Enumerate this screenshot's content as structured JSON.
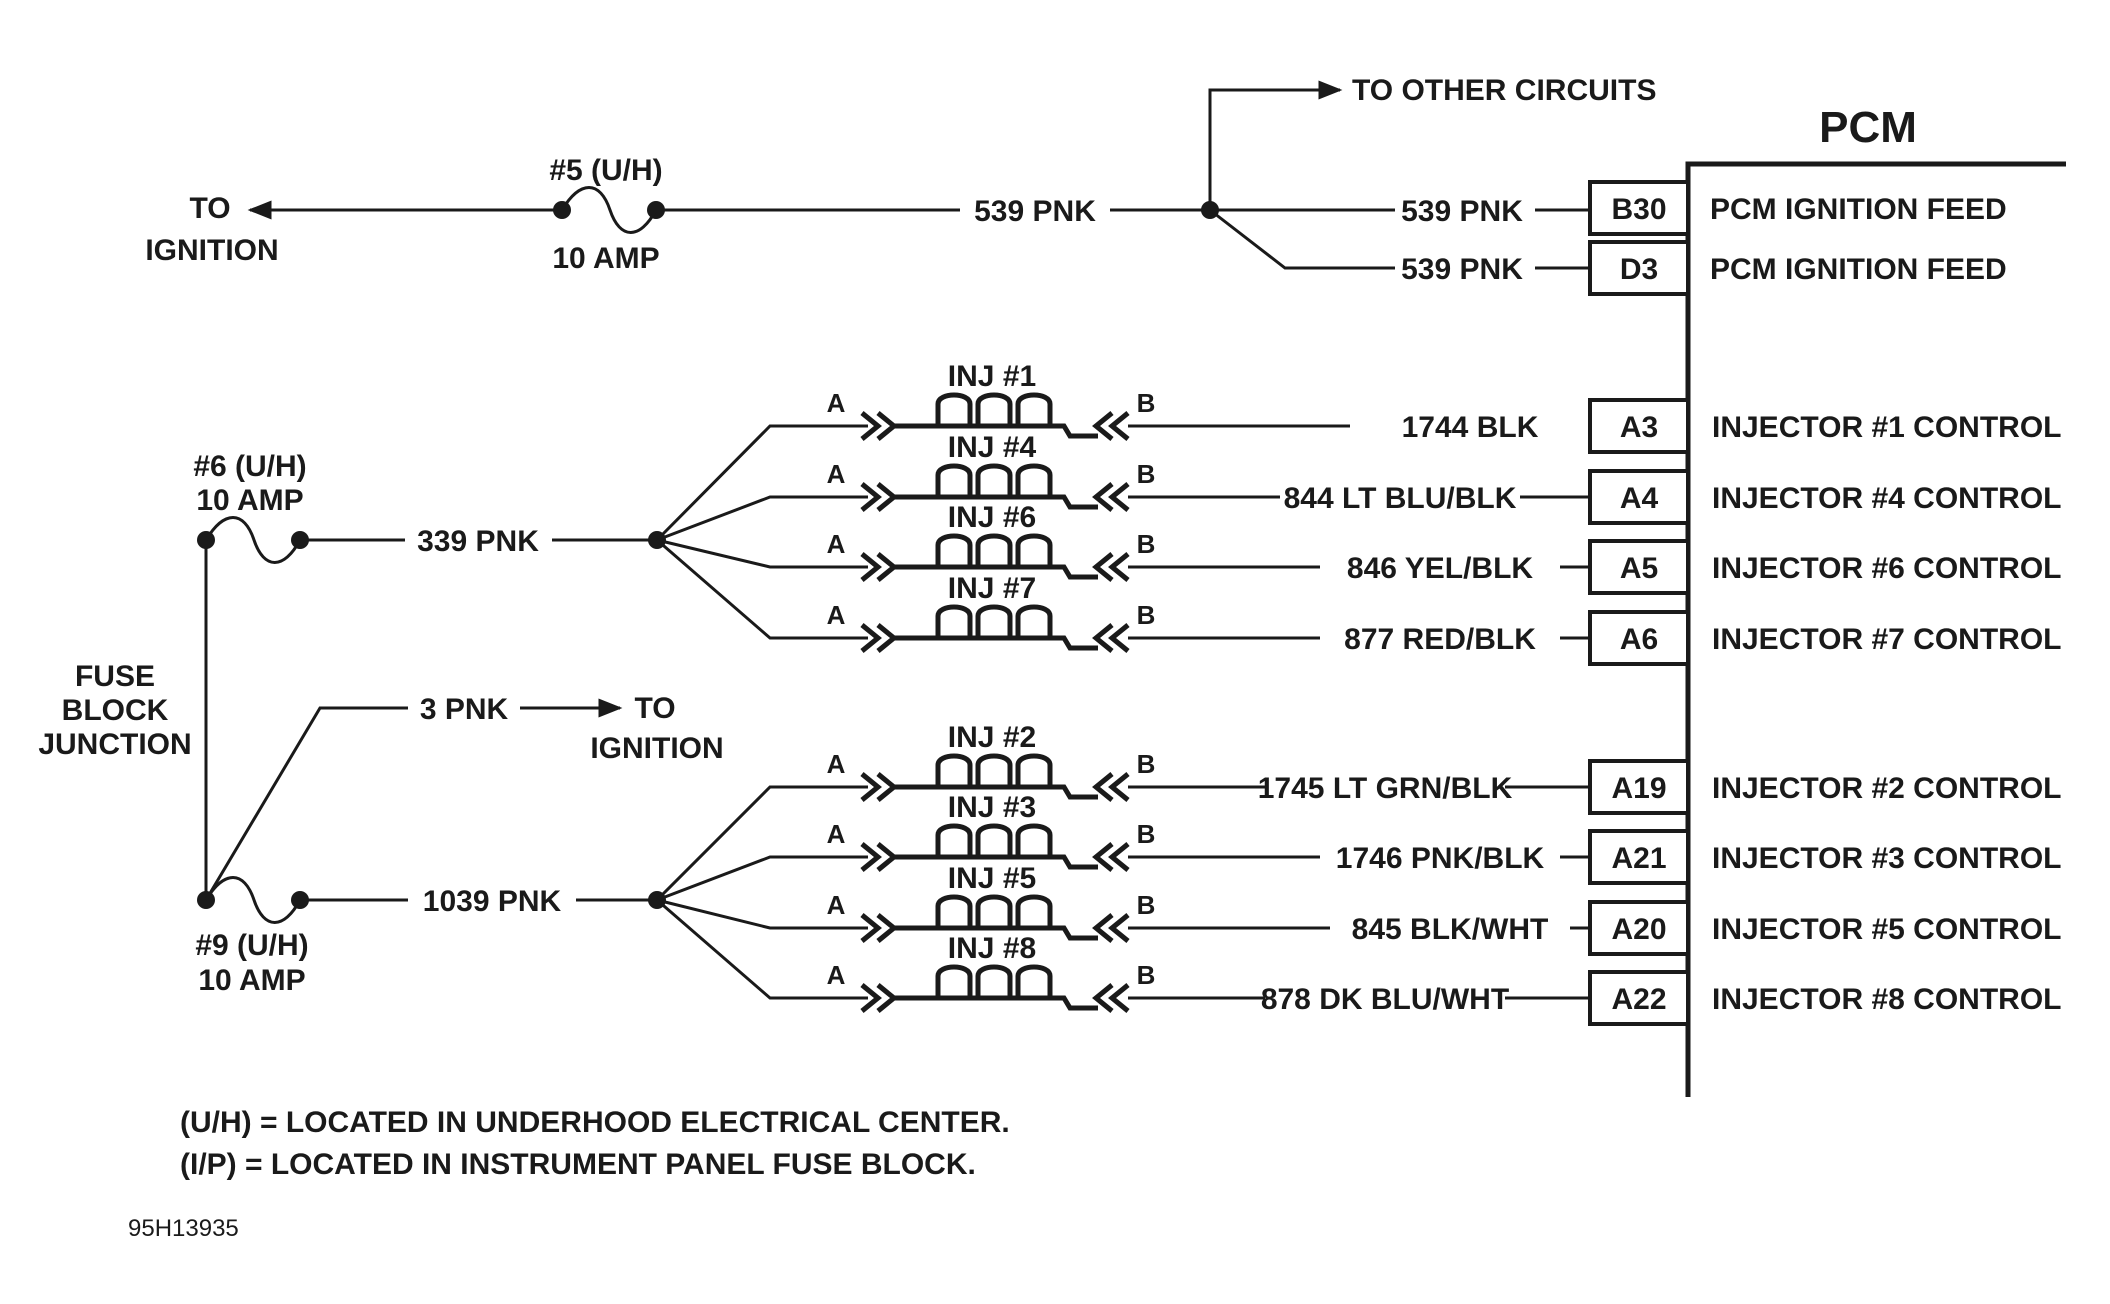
{
  "pcm_label": "PCM",
  "to_other_circuits": "TO OTHER CIRCUITS",
  "ignition_feed": {
    "to_label_1": "TO",
    "to_label_2": "IGNITION",
    "fuse_label": "#5 (U/H)",
    "fuse_amp": "10 AMP",
    "wire_main": "539 PNK",
    "wire_b30": "539 PNK",
    "wire_d3": "539 PNK",
    "pins": [
      {
        "pin": "B30",
        "desc": "PCM IGNITION FEED"
      },
      {
        "pin": "D3",
        "desc": "PCM IGNITION FEED"
      }
    ]
  },
  "fuse6": {
    "label": "#6 (U/H)",
    "amp": "10 AMP",
    "wire": "339 PNK"
  },
  "fuse9": {
    "label": "#9 (U/H)",
    "amp": "10 AMP",
    "wire": "1039 PNK"
  },
  "fuse_block": {
    "line1": "FUSE",
    "line2": "BLOCK",
    "line3": "JUNCTION"
  },
  "branch_3pnk": {
    "wire": "3 PNK",
    "to1": "TO",
    "to2": "IGNITION"
  },
  "injectors": [
    {
      "name": "INJ #1",
      "a": "A",
      "b": "B",
      "wire": "1744 BLK",
      "pin": "A3",
      "desc": "INJECTOR #1 CONTROL"
    },
    {
      "name": "INJ #4",
      "a": "A",
      "b": "B",
      "wire": "844 LT BLU/BLK",
      "pin": "A4",
      "desc": "INJECTOR #4 CONTROL"
    },
    {
      "name": "INJ #6",
      "a": "A",
      "b": "B",
      "wire": "846 YEL/BLK",
      "pin": "A5",
      "desc": "INJECTOR #6 CONTROL"
    },
    {
      "name": "INJ #7",
      "a": "A",
      "b": "B",
      "wire": "877 RED/BLK",
      "pin": "A6",
      "desc": "INJECTOR #7 CONTROL"
    },
    {
      "name": "INJ #2",
      "a": "A",
      "b": "B",
      "wire": "1745 LT GRN/BLK",
      "pin": "A19",
      "desc": "INJECTOR #2 CONTROL"
    },
    {
      "name": "INJ #3",
      "a": "A",
      "b": "B",
      "wire": "1746 PNK/BLK",
      "pin": "A21",
      "desc": "INJECTOR #3 CONTROL"
    },
    {
      "name": "INJ #5",
      "a": "A",
      "b": "B",
      "wire": "845 BLK/WHT",
      "pin": "A20",
      "desc": "INJECTOR #5 CONTROL"
    },
    {
      "name": "INJ #8",
      "a": "A",
      "b": "B",
      "wire": "878 DK BLU/WHT",
      "pin": "A22",
      "desc": "INJECTOR #8 CONTROL"
    }
  ],
  "legend": [
    "(U/H) = LOCATED IN UNDERHOOD ELECTRICAL CENTER.",
    "(I/P) = LOCATED IN INSTRUMENT PANEL FUSE BLOCK."
  ],
  "figure_id": "95H13935"
}
